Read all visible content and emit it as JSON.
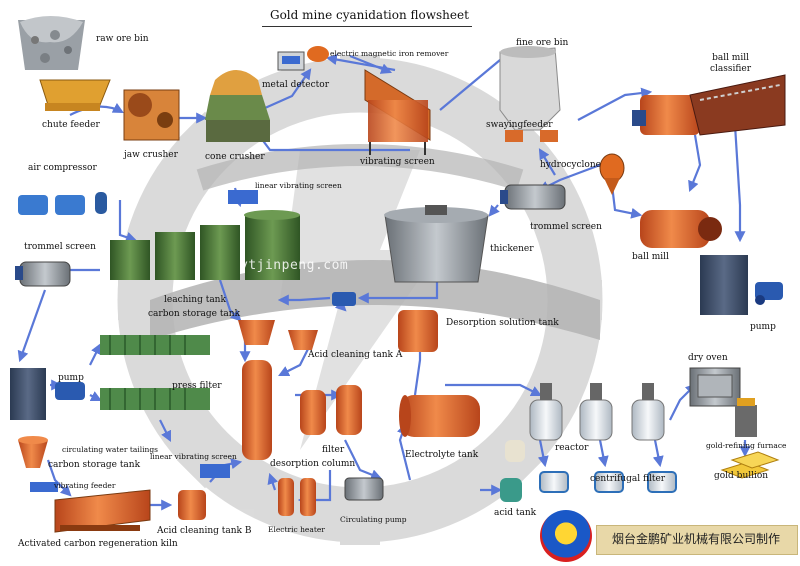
{
  "diagram": {
    "title": "Gold mine cyanidation flowsheet",
    "watermark": "ytjinpeng.com",
    "footer_company": "烟台金鹏矿业机械有限公司制作",
    "colors": {
      "arrow": "#5a78d8",
      "tank_orange": "#e8682a",
      "tank_green": "#4f7a3a",
      "steel_grey": "#8f959c",
      "reactor_white": "#e9eef2",
      "filter_blue": "#2d6fb8",
      "watermark_grey": "#b3b3b3"
    },
    "labels": {
      "raw_ore_bin": "raw ore bin",
      "chute_feeder": "chute feeder",
      "jaw_crusher": "jaw crusher",
      "cone_crusher": "cone crusher",
      "metal_detector": "metal detector",
      "electric_magnetic_iron_remover": "electric magnetic iron remover",
      "vibrating_screen": "vibrating screen",
      "fine_ore_bin": "fine ore bin",
      "swaying_feeder": "swayingfeeder",
      "ball_mill_classifier": "ball mill\nclassifier",
      "hydrocyclone": "hydrocyclone",
      "air_compressor": "air compressor",
      "linear_vibrating_screen_top": "linear vibrating screen",
      "trommel_screen_right": "trommel screen",
      "thickener": "thickener",
      "ball_mill": "ball mill",
      "trommel_screen_left": "trommel screen",
      "leaching_tank": "leaching tank",
      "carbon_storage_tank_top": "carbon storage tank",
      "pump_right": "pump",
      "desorption_solution_tank": "Desorption solution tank",
      "acid_cleaning_tank_a": "Acid cleaning tank A",
      "pump_left": "pump",
      "press_filter": "press filter",
      "dry_oven": "dry oven",
      "reactor": "reactor",
      "gold_refining_furnace": "gold-refining furnace",
      "circulating_water_tailings": "circulating water tailings",
      "linear_vibrating_screen_bottom": "linear vibrating screen",
      "filter": "filter",
      "carbon_storage_tank_bottom": "carbon storage tank",
      "desorption_column": "desorption column",
      "electrolyte_tank": "Electrolyte tank",
      "centrifugal_filter": "centrifugal filter",
      "gold_bullion": "gold bullion",
      "vibrating_feeder": "vibrating feeder",
      "acid_tank": "acid tank",
      "circulating_pump": "Circulating pump",
      "electric_heater": "Electric heater",
      "acid_cleaning_tank_b": "Acid cleaning tank B",
      "activated_carbon_regeneration_kiln": "Activated carbon regeneration kiln"
    },
    "icons": [
      "gear-watermark-icon",
      "ore-pile-icon",
      "jaw-crusher-icon",
      "cone-crusher-icon",
      "vibrating-screen-icon",
      "fine-ore-bin-icon",
      "ball-mill-classifier-icon",
      "hydrocyclone-icon",
      "air-compressor-icon",
      "leaching-tanks-icon",
      "thickener-icon",
      "trommel-screen-icon",
      "ball-mill-icon",
      "pump-icon",
      "press-filter-icon",
      "acid-cleaning-tank-icon",
      "desorption-column-icon",
      "filter-tank-icon",
      "electrolyte-tank-icon",
      "reactor-icon",
      "centrifugal-filter-icon",
      "dry-oven-icon",
      "gold-refining-furnace-icon",
      "gold-bullion-icon",
      "regeneration-kiln-icon",
      "company-logo-icon"
    ]
  }
}
